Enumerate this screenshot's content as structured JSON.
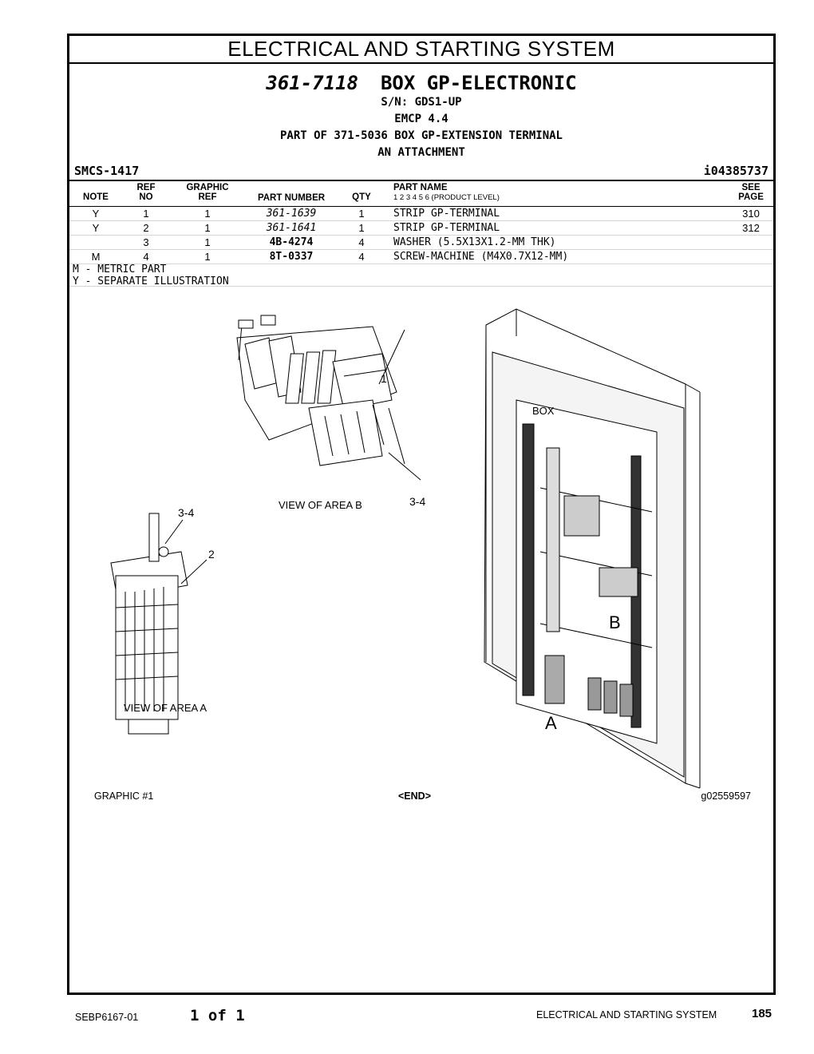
{
  "section_title": "ELECTRICAL AND STARTING SYSTEM",
  "header": {
    "part_number": "361-7118",
    "part_name": "BOX GP-ELECTRONIC",
    "serial": "S/N: GDS1-UP",
    "model": "EMCP 4.4",
    "part_of": "PART OF 371-5036 BOX GP-EXTENSION TERMINAL",
    "attachment": "AN ATTACHMENT",
    "smcs": "SMCS-1417",
    "illustration_id": "i04385737"
  },
  "table": {
    "headers": {
      "note": "NOTE",
      "ref_top": "REF",
      "ref_bottom": "NO",
      "graphic_top": "GRAPHIC",
      "graphic_bottom": "REF",
      "part_number": "PART NUMBER",
      "qty": "QTY",
      "part_name": "PART NAME",
      "product_level": "1    2    3    4    5    6    (PRODUCT LEVEL)",
      "see_top": "SEE",
      "see_bottom": "PAGE"
    },
    "rows": [
      {
        "note": "Y",
        "ref": "1",
        "graphic": "1",
        "part_number": "361-1639",
        "qty": "1",
        "part_name": "STRIP GP-TERMINAL",
        "see_page": "310"
      },
      {
        "note": "Y",
        "ref": "2",
        "graphic": "1",
        "part_number": "361-1641",
        "qty": "1",
        "part_name": "STRIP GP-TERMINAL",
        "see_page": "312"
      },
      {
        "note": "",
        "ref": "3",
        "graphic": "1",
        "part_number": "4B-4274",
        "qty": "4",
        "part_name": "WASHER (5.5X13X1.2-MM THK)",
        "see_page": ""
      },
      {
        "note": "M",
        "ref": "4",
        "graphic": "1",
        "part_number": "8T-0337",
        "qty": "4",
        "part_name": "SCREW-MACHINE (M4X0.7X12-MM)",
        "see_page": ""
      }
    ]
  },
  "notes": [
    "M - METRIC PART",
    "Y - SEPARATE ILLUSTRATION"
  ],
  "illustration": {
    "callout_1": "1",
    "callout_2": "2",
    "callout_34_a": "3-4",
    "callout_34_b": "3-4",
    "view_b": "VIEW OF AREA  B",
    "view_a": "VIEW OF AREA  A",
    "box_label": "BOX",
    "letter_b": "B",
    "letter_a": "A",
    "graphic_caption": "GRAPHIC  #1",
    "end_marker": "<END>",
    "graphic_id": "g02559597"
  },
  "footer": {
    "doc_id": "SEBP6167-01",
    "page_of": "1  of  1",
    "section": "ELECTRICAL  AND  STARTING  SYSTEM",
    "page": "185"
  }
}
